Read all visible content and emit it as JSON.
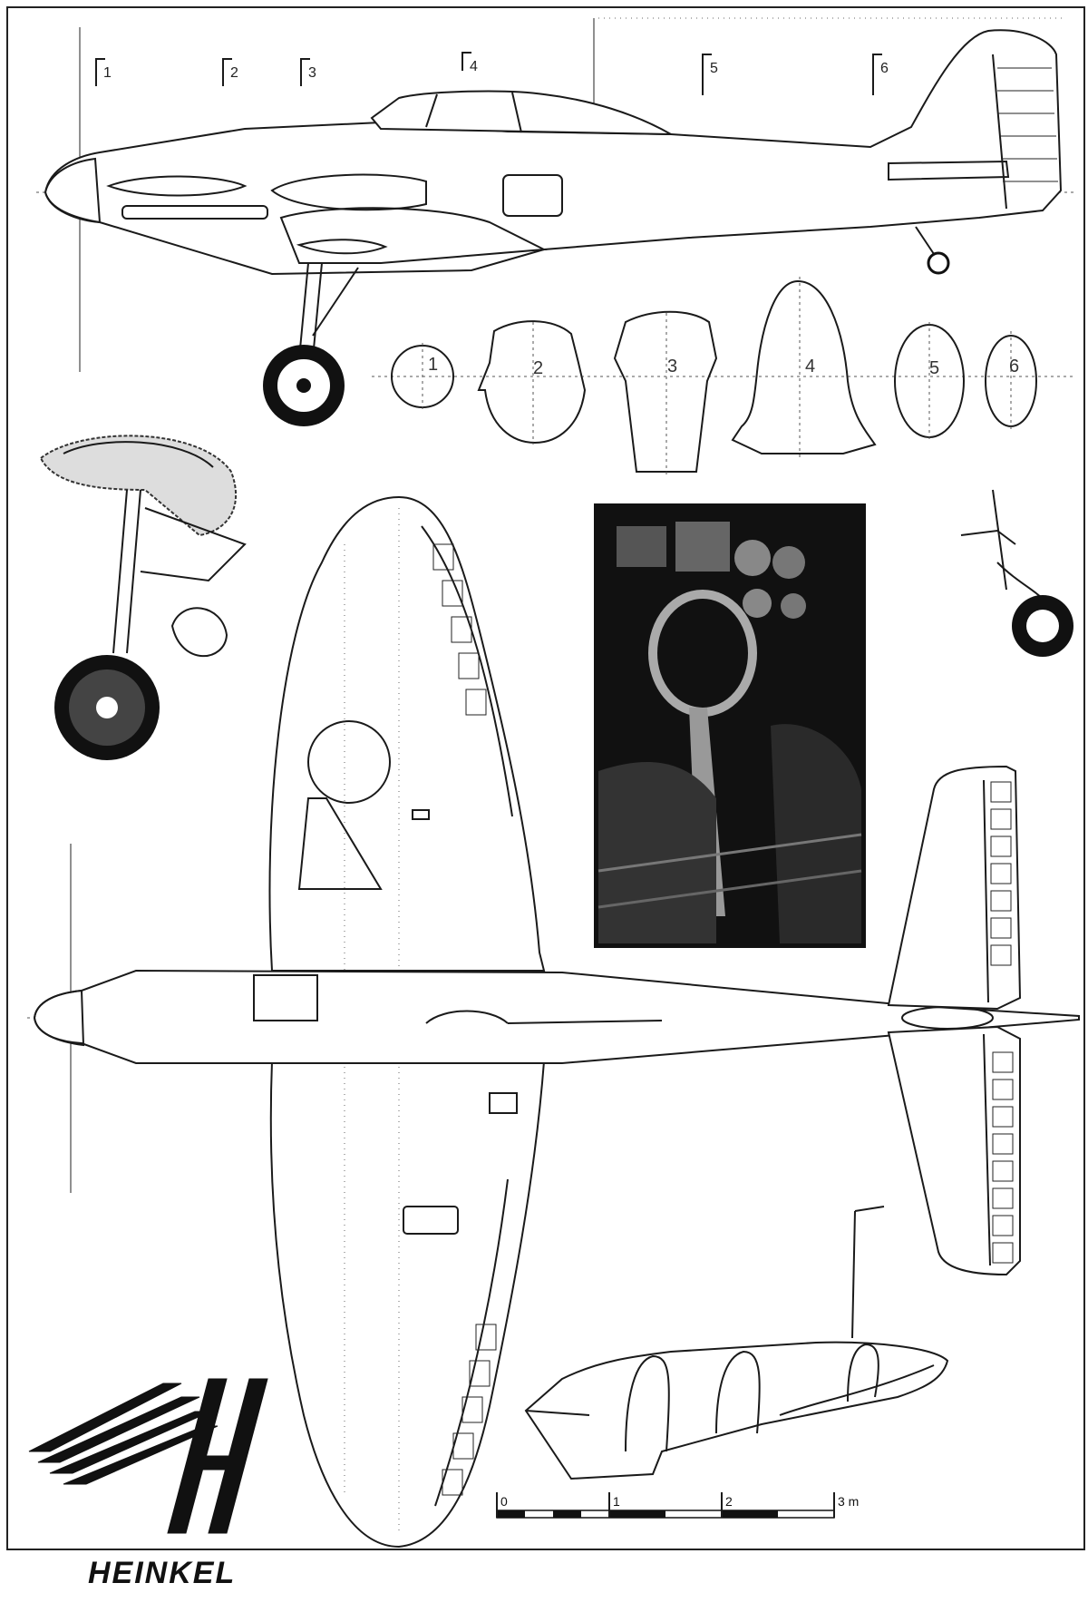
{
  "station_markers": [
    "1",
    "2",
    "3",
    "4",
    "5",
    "6"
  ],
  "cross_sections": [
    "1",
    "2",
    "3",
    "4",
    "5",
    "6"
  ],
  "scale_bar": {
    "ticks": [
      "0",
      "1",
      "2",
      "3 m"
    ],
    "max_m": 3
  },
  "logo": {
    "text": "HEINKEL",
    "icon": "heinkel-wings-logo-icon"
  },
  "views": {
    "side": "side-profile-view",
    "top": "top-plan-view",
    "main_gear": "main-gear-detail",
    "tail_wheel": "tail-wheel-detail",
    "cockpit_photo": "cockpit-photo",
    "canopy": "canopy-detail"
  },
  "colors": {
    "line": "#1a1a1a",
    "paper": "#ffffff",
    "photo_dark": "#111111"
  }
}
